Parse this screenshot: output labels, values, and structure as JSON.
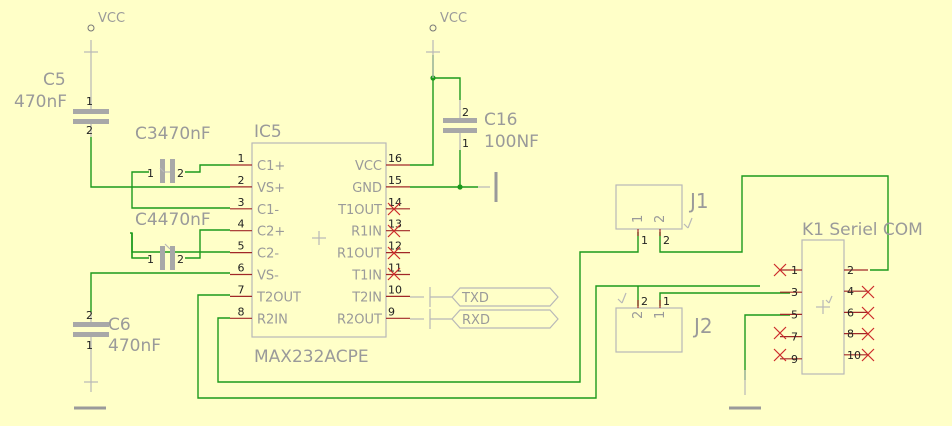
{
  "power": {
    "vcc_left": "VCC",
    "vcc_right": "VCC"
  },
  "parts": {
    "c5": {
      "name": "C5",
      "value": "470nF",
      "pin1": "1",
      "pin2": "2"
    },
    "c3": {
      "label": "C3470nF",
      "pin1": "1",
      "pin2": "2"
    },
    "c4": {
      "label": "C4470nF",
      "pin1": "1",
      "pin2": "2"
    },
    "c6": {
      "name": "C6",
      "value": "470nF",
      "pin1": "1",
      "pin2": "2"
    },
    "c16": {
      "name": "C16",
      "value": "100NF",
      "pin1": "1",
      "pin2": "2"
    },
    "ic5": {
      "name": "IC5",
      "value": "MAX232ACPE",
      "left_pins": [
        {
          "num": "1",
          "name": "C1+"
        },
        {
          "num": "2",
          "name": "VS+"
        },
        {
          "num": "3",
          "name": "C1-"
        },
        {
          "num": "4",
          "name": "C2+"
        },
        {
          "num": "5",
          "name": "C2-"
        },
        {
          "num": "6",
          "name": "VS-"
        },
        {
          "num": "7",
          "name": "T2OUT"
        },
        {
          "num": "8",
          "name": "R2IN"
        }
      ],
      "right_pins": [
        {
          "num": "16",
          "name": "VCC"
        },
        {
          "num": "15",
          "name": "GND"
        },
        {
          "num": "14",
          "name": "T1OUT"
        },
        {
          "num": "13",
          "name": "R1IN"
        },
        {
          "num": "12",
          "name": "R1OUT"
        },
        {
          "num": "11",
          "name": "T1IN"
        },
        {
          "num": "10",
          "name": "T2IN"
        },
        {
          "num": "9",
          "name": "R2OUT"
        }
      ]
    },
    "j1": {
      "name": "J1",
      "inner": [
        "1",
        "2"
      ],
      "pins": [
        "1",
        "2"
      ]
    },
    "j2": {
      "name": "J2",
      "inner": [
        "2",
        "1"
      ],
      "pins": [
        "2",
        "1"
      ]
    },
    "k1": {
      "name": "K1 Seriel COM",
      "left_pins": [
        "1",
        "3",
        "5",
        "7",
        "9"
      ],
      "right_pins": [
        "2",
        "4",
        "6",
        "8",
        "10"
      ]
    }
  },
  "net_labels": {
    "txd": "TXD",
    "rxd": "RXD"
  },
  "colors": {
    "background": "#ffffc8",
    "wire": "#1c9a1c",
    "pin": "#a02828",
    "part": "#b8b8b8",
    "label": "#9a9a9a",
    "no_connect": "#cc2a2a"
  }
}
